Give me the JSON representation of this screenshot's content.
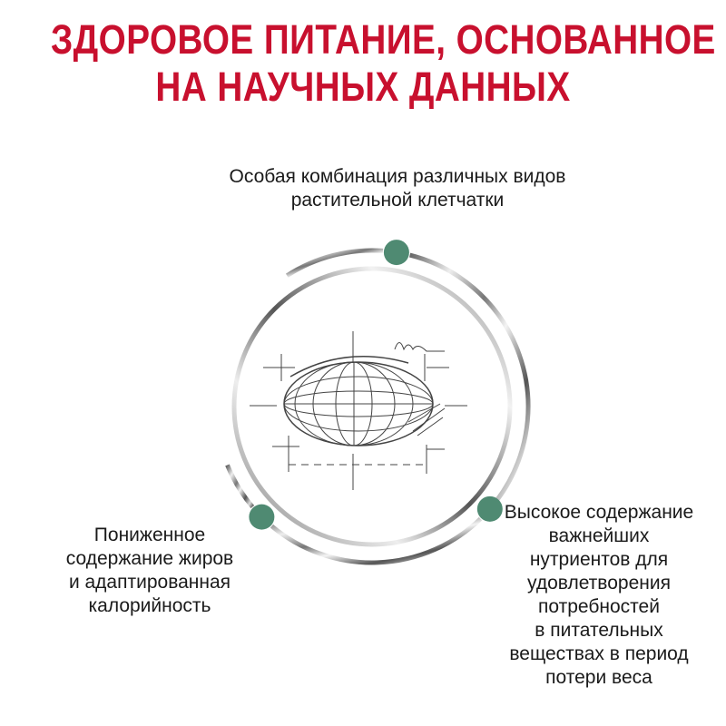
{
  "title": {
    "line1": "ЗДОРОВОЕ ПИТАНИЕ, ОСНОВАННОЕ",
    "line2": "НА НАУЧНЫХ ДАННЫХ"
  },
  "benefits": [
    {
      "lines": [
        "Особая комбинация различных видов",
        "растительной клетчатки"
      ]
    },
    {
      "lines": [
        "Пониженное",
        "содержание жиров",
        "и адаптированная",
        "калорийность"
      ]
    },
    {
      "lines": [
        "Высокое содержание",
        "важнейших",
        "нутриентов для",
        "удовлетворения",
        "потребностей",
        "в питательных",
        "веществах в период",
        "потери веса"
      ]
    }
  ],
  "colors": {
    "title": "#c8102e",
    "dot": "#4f8a72"
  }
}
